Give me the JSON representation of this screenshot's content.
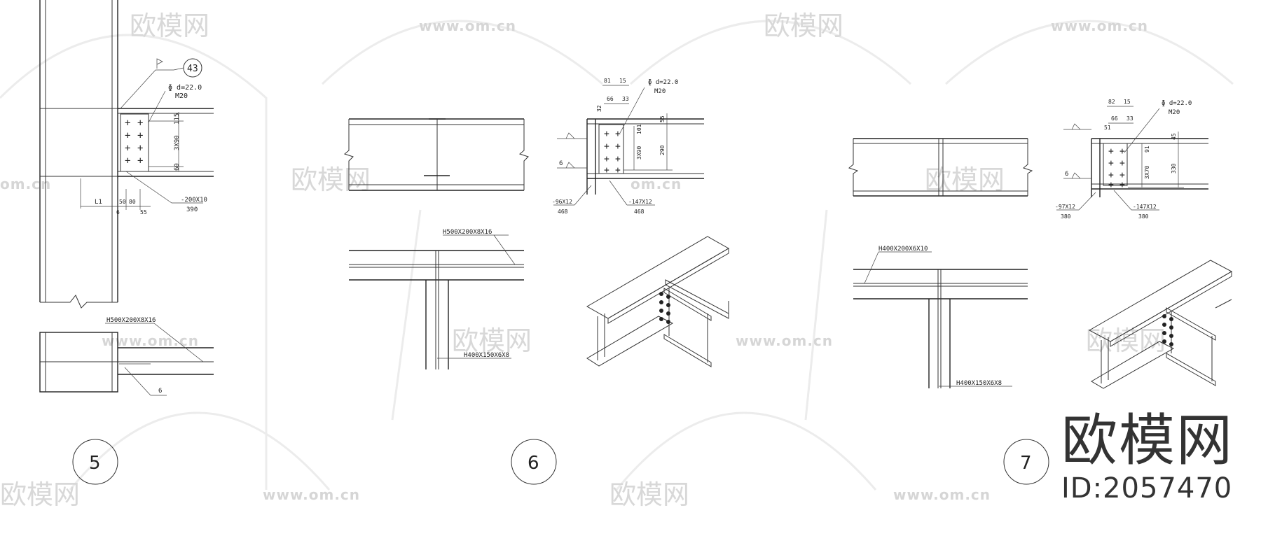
{
  "watermark": {
    "brand": "欧模网",
    "url": "www.om.cn",
    "url_short": "om.cn"
  },
  "brand_stamp": {
    "name": "欧模网",
    "id": "ID:2057470"
  },
  "details": [
    {
      "number": "5",
      "callout": "43",
      "weld_d": "d=22.0",
      "bolt": "M20",
      "dims": {
        "d115": "115",
        "d3x90": "3X90",
        "d60": "60",
        "l1": "L1",
        "d50": "50",
        "d80": "80",
        "d55": "55",
        "d6b": "6"
      },
      "plate": "-200X10",
      "plate_len": "390",
      "beam_label": "H500X200X8X16",
      "weld_6": "6"
    },
    {
      "number": "6",
      "weld_d": "d=22.0",
      "bolt": "M20",
      "dims": {
        "d81": "81",
        "d15": "15",
        "d66": "66",
        "d33": "33",
        "d32": "32",
        "d101": "101",
        "d3x90": "3X90",
        "d55": "55",
        "d290": "290",
        "d6": "6"
      },
      "plate_left": "-96X12",
      "plate_left_len": "468",
      "plate_right": "-147X12",
      "plate_right_len": "468",
      "beam_main": "H500X200X8X16",
      "beam_sec": "H400X150X6X8"
    },
    {
      "number": "7",
      "weld_d": "d=22.0",
      "bolt": "M20",
      "dims": {
        "d82": "82",
        "d15": "15",
        "d66": "66",
        "d33": "33",
        "d51": "51",
        "d91": "91",
        "d3x70": "3X70",
        "d45": "45",
        "d330": "330",
        "d6": "6"
      },
      "plate_left": "-97X12",
      "plate_left_len": "380",
      "plate_right": "-147X12",
      "plate_right_len": "380",
      "beam_main": "H400X200X6X10",
      "beam_sec": "H400X150X6X8"
    }
  ]
}
